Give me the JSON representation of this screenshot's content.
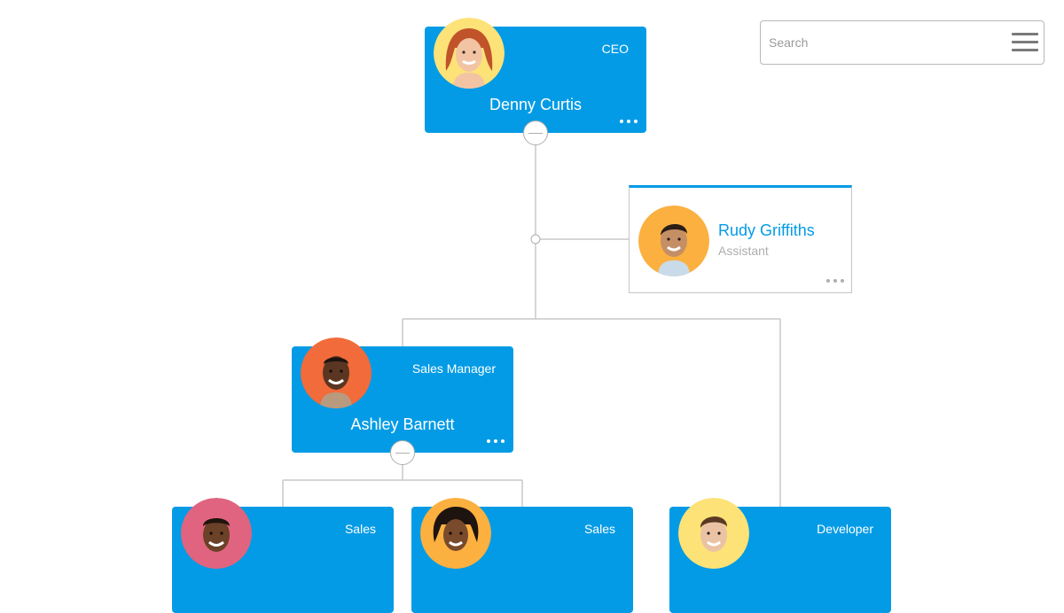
{
  "search": {
    "placeholder": "Search"
  },
  "root": {
    "name": "Denny Curtis",
    "title": "CEO"
  },
  "assistant": {
    "name": "Rudy Griffiths",
    "title": "Assistant"
  },
  "manager": {
    "name": "Ashley Barnett",
    "title": "Sales Manager"
  },
  "reports": [
    {
      "title": "Sales"
    },
    {
      "title": "Sales"
    },
    {
      "title": "Developer"
    }
  ],
  "colors": {
    "card": "#039be5",
    "link": "#aeaeae",
    "avatar_yellow": "#fde277",
    "avatar_orange": "#fbb040",
    "avatar_red_orange": "#f26b3a",
    "avatar_pink": "#e0647f"
  }
}
